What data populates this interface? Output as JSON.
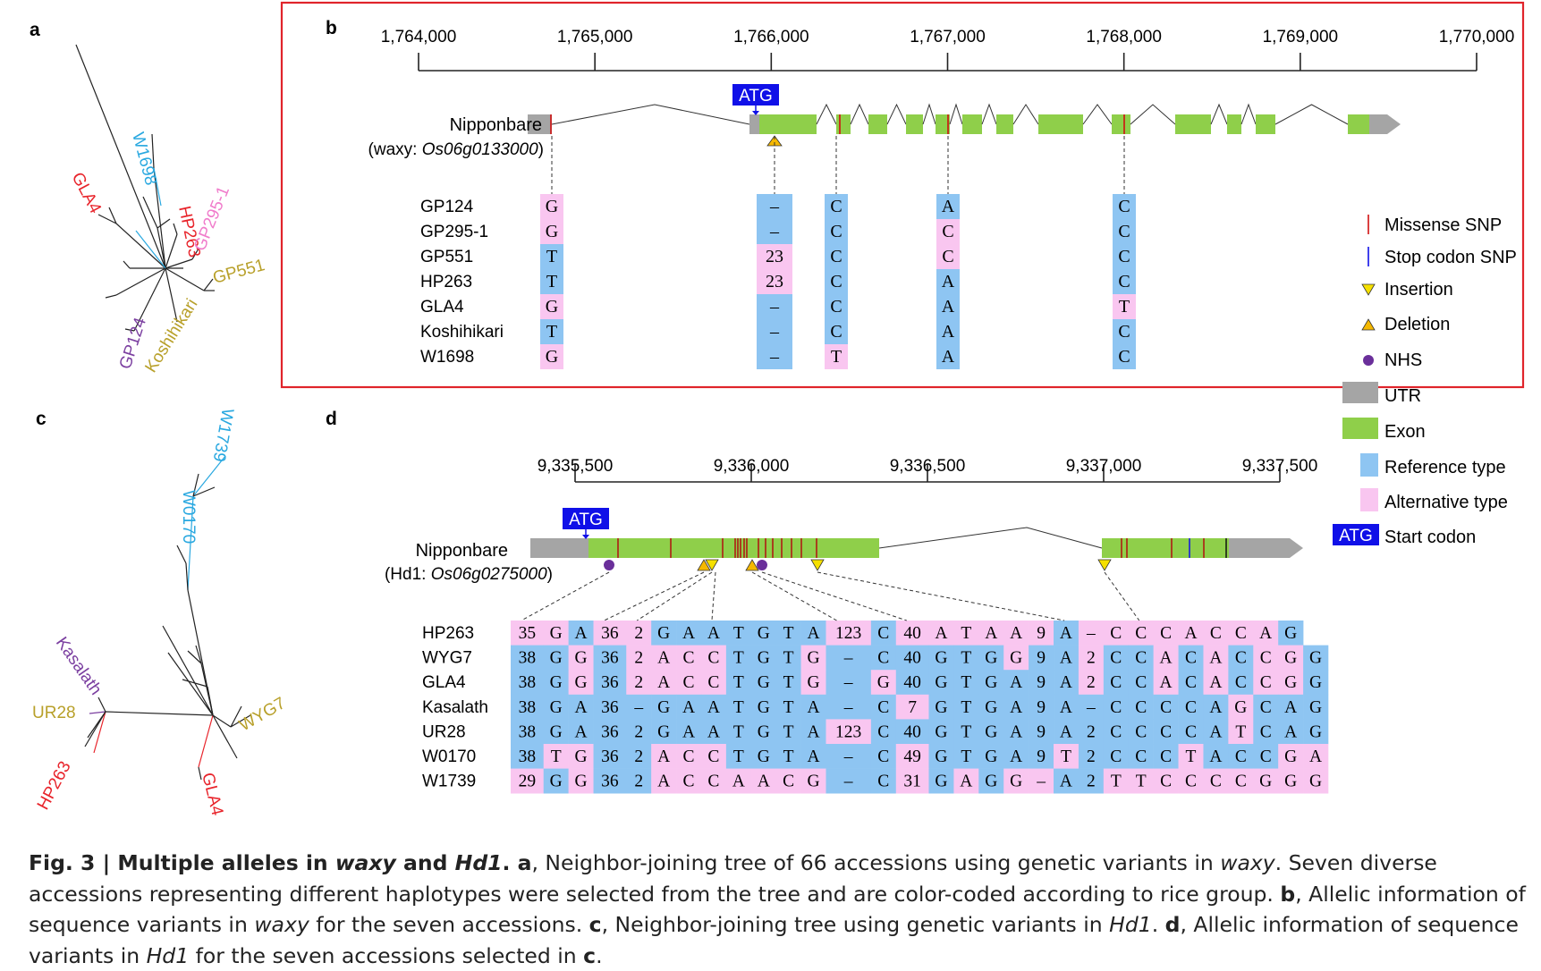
{
  "panel_labels": {
    "a": "a",
    "b": "b",
    "c": "c",
    "d": "d"
  },
  "panel_a": {
    "labels": [
      {
        "text": "W1698",
        "color": "#29a8e0"
      },
      {
        "text": "GLA4",
        "color": "#e8242b"
      },
      {
        "text": "HP263",
        "color": "#e8242b"
      },
      {
        "text": "GP295-1",
        "color": "#f07ccb"
      },
      {
        "text": "GP551",
        "color": "#b8a02a"
      },
      {
        "text": "GP124",
        "color": "#7b3fa0"
      },
      {
        "text": "Koshihikari",
        "color": "#b8a02a"
      }
    ]
  },
  "panel_b": {
    "axis_ticks": [
      "1,764,000",
      "1,765,000",
      "1,766,000",
      "1,767,000",
      "1,768,000",
      "1,769,000",
      "1,770,000"
    ],
    "gene_name": "Nipponbare",
    "gene_sub_prefix": "(waxy: ",
    "gene_sub_id": "Os06g0133000",
    "gene_sub_suffix": ")",
    "atg_label": "ATG",
    "accessions": [
      "GP124",
      "GP295-1",
      "GP551",
      "HP263",
      "GLA4",
      "Koshihikari",
      "W1698"
    ],
    "columns": [
      {
        "values": [
          "G",
          "G",
          "T",
          "T",
          "G",
          "T",
          "G"
        ],
        "types": [
          "alt",
          "alt",
          "ref",
          "ref",
          "alt",
          "ref",
          "alt"
        ]
      },
      {
        "values": [
          "–",
          "–",
          "23",
          "23",
          "–",
          "–",
          "–"
        ],
        "types": [
          "ref",
          "ref",
          "alt",
          "alt",
          "ref",
          "ref",
          "ref"
        ]
      },
      {
        "values": [
          "C",
          "C",
          "C",
          "C",
          "C",
          "C",
          "T"
        ],
        "types": [
          "ref",
          "ref",
          "ref",
          "ref",
          "ref",
          "ref",
          "alt"
        ]
      },
      {
        "values": [
          "A",
          "C",
          "C",
          "A",
          "A",
          "A",
          "A"
        ],
        "types": [
          "ref",
          "alt",
          "alt",
          "ref",
          "ref",
          "ref",
          "ref"
        ]
      },
      {
        "values": [
          "C",
          "C",
          "C",
          "C",
          "T",
          "C",
          "C"
        ],
        "types": [
          "ref",
          "ref",
          "ref",
          "ref",
          "alt",
          "ref",
          "ref"
        ]
      }
    ]
  },
  "legend": [
    {
      "label": "Missense SNP",
      "symbol": "red-line"
    },
    {
      "label": "Stop codon SNP",
      "symbol": "blue-line"
    },
    {
      "label": "Insertion",
      "symbol": "down-triangle"
    },
    {
      "label": "Deletion",
      "symbol": "up-triangle"
    },
    {
      "label": "NHS",
      "symbol": "purple-dot"
    },
    {
      "label": "UTR",
      "symbol": "grey-box"
    },
    {
      "label": "Exon",
      "symbol": "green-box"
    },
    {
      "label": "Reference type",
      "symbol": "blue-box"
    },
    {
      "label": "Alternative type",
      "symbol": "pink-box"
    },
    {
      "label": "Start codon",
      "symbol": "atg-box",
      "box_text": "ATG"
    }
  ],
  "panel_c": {
    "labels": [
      {
        "text": "W1739",
        "color": "#29a8e0"
      },
      {
        "text": "W0170",
        "color": "#29a8e0"
      },
      {
        "text": "Kasalath",
        "color": "#7b3fa0"
      },
      {
        "text": "UR28",
        "color": "#b8a02a"
      },
      {
        "text": "WYG7",
        "color": "#b8a02a"
      },
      {
        "text": "HP263",
        "color": "#e8242b"
      },
      {
        "text": "GLA4",
        "color": "#e8242b"
      }
    ]
  },
  "panel_d": {
    "axis_ticks": [
      "9,335,500",
      "9,336,000",
      "9,336,500",
      "9,337,000",
      "9,337,500"
    ],
    "gene_name": "Nipponbare",
    "gene_sub_prefix": "(Hd1: ",
    "gene_sub_id": "Os06g0275000",
    "gene_sub_suffix": ")",
    "atg_label": "ATG",
    "accessions": [
      "HP263",
      "WYG7",
      "GLA4",
      "Kasalath",
      "UR28",
      "W0170",
      "W1739"
    ],
    "rows": [
      [
        "35",
        "G",
        "A",
        "36",
        "2",
        "G",
        "A",
        "A",
        "T",
        "G",
        "T",
        "A",
        "123",
        "C",
        "40",
        "A",
        "T",
        "A",
        "A",
        "9",
        "A",
        "–",
        "C",
        "C",
        "C",
        "A",
        "C",
        "C",
        "A",
        "G"
      ],
      [
        "38",
        "G",
        "G",
        "36",
        "2",
        "A",
        "C",
        "C",
        "T",
        "G",
        "T",
        "G",
        "–",
        "C",
        "40",
        "G",
        "T",
        "G",
        "G",
        "9",
        "A",
        "2",
        "C",
        "C",
        "A",
        "C",
        "A",
        "C",
        "C",
        "G",
        "G"
      ],
      [
        "38",
        "G",
        "G",
        "36",
        "2",
        "A",
        "C",
        "C",
        "T",
        "G",
        "T",
        "G",
        "–",
        "G",
        "40",
        "G",
        "T",
        "G",
        "A",
        "9",
        "A",
        "2",
        "C",
        "C",
        "A",
        "C",
        "A",
        "C",
        "C",
        "G",
        "G"
      ],
      [
        "38",
        "G",
        "A",
        "36",
        "–",
        "G",
        "A",
        "A",
        "T",
        "G",
        "T",
        "A",
        "–",
        "C",
        "7",
        "G",
        "T",
        "G",
        "A",
        "9",
        "A",
        "–",
        "C",
        "C",
        "C",
        "C",
        "A",
        "G",
        "C",
        "A",
        "G"
      ],
      [
        "38",
        "G",
        "A",
        "36",
        "2",
        "G",
        "A",
        "A",
        "T",
        "G",
        "T",
        "A",
        "123",
        "C",
        "40",
        "G",
        "T",
        "G",
        "A",
        "9",
        "A",
        "2",
        "C",
        "C",
        "C",
        "C",
        "A",
        "T",
        "C",
        "A",
        "G"
      ],
      [
        "38",
        "T",
        "G",
        "36",
        "2",
        "A",
        "C",
        "C",
        "T",
        "G",
        "T",
        "A",
        "–",
        "C",
        "49",
        "G",
        "T",
        "G",
        "A",
        "9",
        "T",
        "2",
        "C",
        "C",
        "C",
        "T",
        "A",
        "C",
        "C",
        "G",
        "A"
      ],
      [
        "29",
        "G",
        "G",
        "36",
        "2",
        "A",
        "C",
        "C",
        "A",
        "A",
        "C",
        "G",
        "–",
        "C",
        "31",
        "G",
        "A",
        "G",
        "G",
        "–",
        "A",
        "2",
        "T",
        "T",
        "C",
        "C",
        "C",
        "C",
        "G",
        "G",
        "G"
      ]
    ],
    "types": [
      "aaaaraaaaaaraarararaararraraaaarar",
      "r",
      "r",
      "r",
      "r",
      "r",
      "r"
    ]
  },
  "caption": {
    "fig": "Fig. 3 | Multiple alleles in ",
    "gene1": "waxy",
    "and": " and ",
    "gene2": "Hd1",
    "dot": ". ",
    "a_label": "a",
    "a_text1": ", Neighbor-joining tree of 66 accessions using genetic variants in ",
    "a_gene": "waxy",
    "a_text2": ". Seven diverse accessions representing different haplotypes were selected from the tree and are color-coded according to rice group. ",
    "b_label": "b",
    "b_text1": ", Allelic information of sequence variants in ",
    "b_gene": "waxy",
    "b_text2": " for the seven accessions. ",
    "c_label": "c",
    "c_text1": ", Neighbor-joining tree using genetic variants in ",
    "c_gene": "Hd1",
    "c_text2": ". ",
    "d_label": "d",
    "d_text1": ", Allelic information of sequence variants in ",
    "d_gene": "Hd1",
    "d_text2": " for the seven accessions selected in ",
    "d_ref": "c",
    "d_end": "."
  }
}
